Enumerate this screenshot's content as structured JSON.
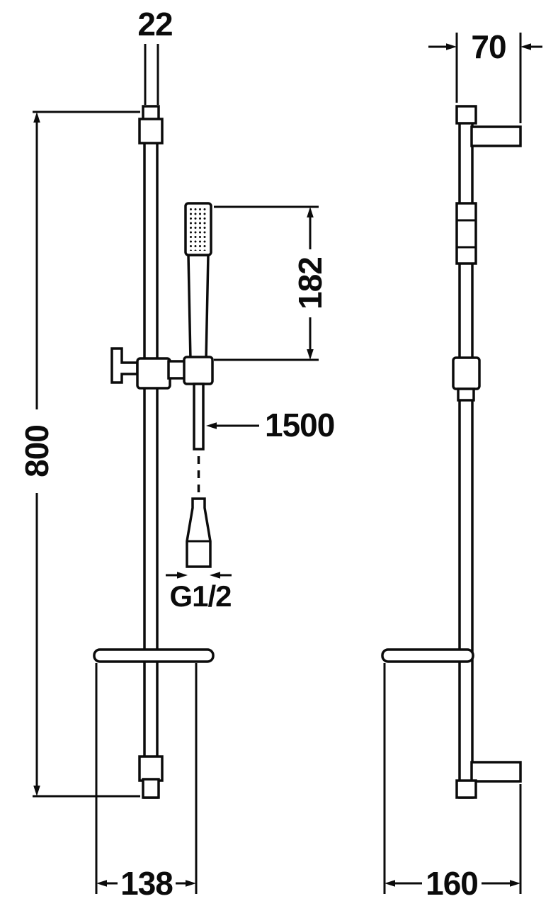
{
  "drawing": {
    "front_view": {
      "rail_width_mm": "22",
      "rail_height_mm": "800",
      "handset_length_mm": "182",
      "hose_length_mm": "1500",
      "thread_label": "G1/2",
      "shelf_width_mm": "138"
    },
    "side_view": {
      "bracket_depth_mm": "70",
      "shelf_depth_mm": "160"
    },
    "colors": {
      "line": "#0b0b0b",
      "background": "#ffffff"
    }
  }
}
